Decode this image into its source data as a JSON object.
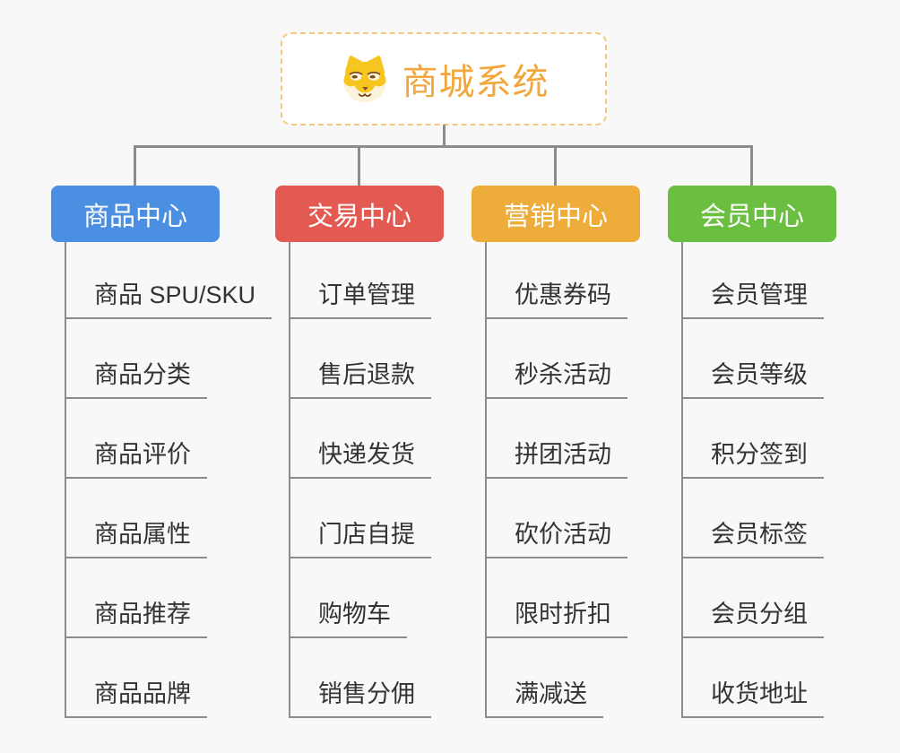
{
  "background_color": "#f8f8f8",
  "connector_color": "#8c8c8c",
  "root": {
    "title": "商城系统",
    "icon": "dog-face-icon",
    "text_color": "#f1a73b",
    "border_color": "#f4c77e",
    "fill_color": "#ffffff"
  },
  "branches": [
    {
      "label": "商品中心",
      "color": "#4b8fe2",
      "items": [
        "商品 SPU/SKU",
        "商品分类",
        "商品评价",
        "商品属性",
        "商品推荐",
        "商品品牌"
      ]
    },
    {
      "label": "交易中心",
      "color": "#e25a52",
      "items": [
        "订单管理",
        "售后退款",
        "快递发货",
        "门店自提",
        "购物车",
        "销售分佣"
      ]
    },
    {
      "label": "营销中心",
      "color": "#eead3a",
      "items": [
        "优惠券码",
        "秒杀活动",
        "拼团活动",
        "砍价活动",
        "限时折扣",
        "满减送"
      ]
    },
    {
      "label": "会员中心",
      "color": "#6abf40",
      "items": [
        "会员管理",
        "会员等级",
        "积分签到",
        "会员标签",
        "会员分组",
        "收货地址"
      ]
    }
  ]
}
